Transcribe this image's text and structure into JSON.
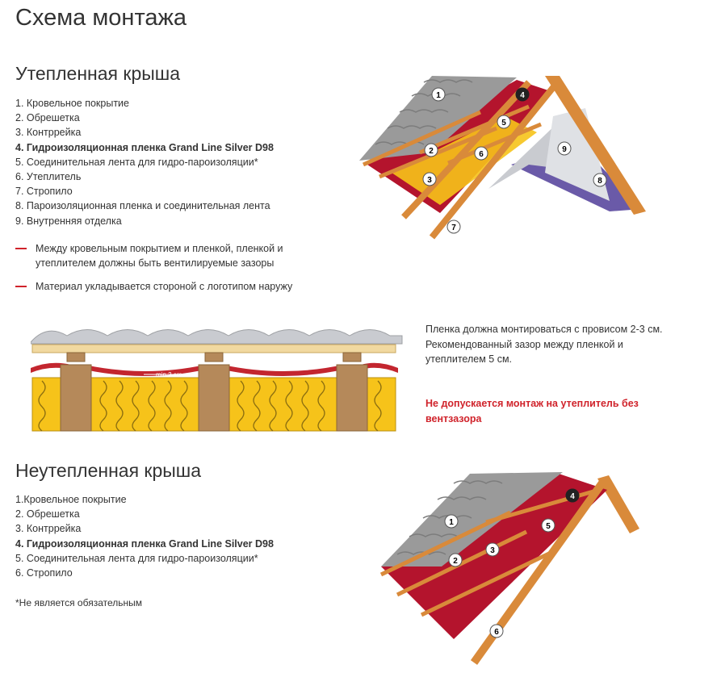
{
  "title": "Схема монтажа",
  "insulated": {
    "heading": "Утепленная крыша",
    "items": [
      {
        "text": "1. Кровельное покрытие",
        "bold": false
      },
      {
        "text": "2. Обрешетка",
        "bold": false
      },
      {
        "text": "3. Контррейка",
        "bold": false
      },
      {
        "text": "4. Гидроизоляционная пленка Grand Line Silver D98",
        "bold": true
      },
      {
        "text": "5. Соединительная лента для гидро-пароизоляции*",
        "bold": false
      },
      {
        "text": "6. Утеплитель",
        "bold": false
      },
      {
        "text": "7. Стропило",
        "bold": false
      },
      {
        "text": "8. Пароизоляционная пленка и соединительная лента",
        "bold": false
      },
      {
        "text": "9. Внутренняя отделка",
        "bold": false
      }
    ],
    "notes": [
      "Между кровельным покрытием и пленкой, пленкой и утеплителем должны быть вентилируемые зазоры",
      "Материал укладывается стороной с логотипом наружу"
    ],
    "diagram_markers": [
      "1",
      "2",
      "3",
      "4",
      "5",
      "6",
      "7",
      "8",
      "9"
    ]
  },
  "section_diagram": {
    "gap_label": "min 2 cm",
    "info": "Пленка должна монтироваться с провисом 2-3 см. Рекомендованный зазор между пленкой и утеплителем 5 см.",
    "warning": "Не допускается монтаж на утеплитель без вентзазора"
  },
  "uninsulated": {
    "heading": "Неутепленная крыша",
    "items": [
      {
        "text": "1.Кровельное покрытие",
        "bold": false
      },
      {
        "text": "2. Обрешетка",
        "bold": false
      },
      {
        "text": "3. Контррейка",
        "bold": false
      },
      {
        "text": "4. Гидроизоляционная пленка Grand Line Silver D98",
        "bold": true
      },
      {
        "text": "5. Соединительная лента для гидро-пароизоляции*",
        "bold": false
      },
      {
        "text": "6. Стропило",
        "bold": false
      }
    ],
    "diagram_markers": [
      "1",
      "2",
      "3",
      "4",
      "5",
      "6"
    ]
  },
  "footnote": "*Не является обязательным",
  "colors": {
    "accent_red": "#d0232b",
    "membrane_red": "#b4142d",
    "wood": "#d98a3a",
    "insulation_yellow": "#f6c31a",
    "roof_grey": "#9a9a9a"
  }
}
